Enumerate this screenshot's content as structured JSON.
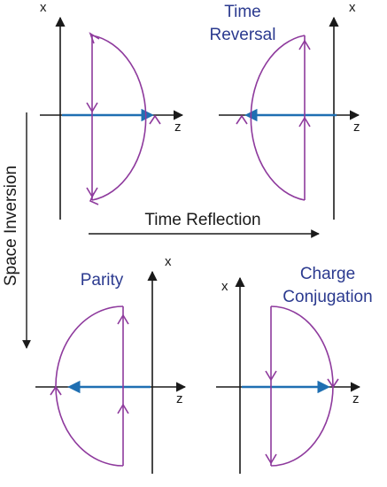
{
  "axis_labels": {
    "x": "x",
    "z": "z"
  },
  "titles": {
    "time_reversal_line1": "Time",
    "time_reversal_line2": "Reversal",
    "parity": "Parity",
    "charge_line1": "Charge",
    "charge_line2": "Conjugation"
  },
  "arrows": {
    "time_reflection": "Time Reflection",
    "space_inversion": "Space Inversion"
  },
  "colors": {
    "axis": "#1a1a1a",
    "semicircle": "#8e3a9d",
    "vector": "#1f6fb2",
    "title": "#2b3a8f",
    "text": "#1a1a1a"
  }
}
